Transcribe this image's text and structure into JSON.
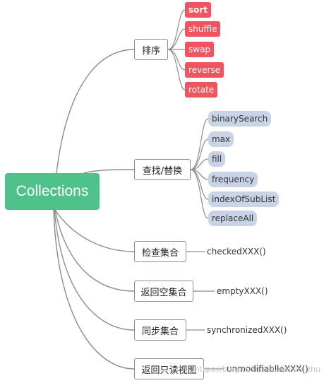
{
  "root": {
    "label": "Collections"
  },
  "categories": [
    {
      "label": "排序",
      "items": [
        "sort",
        "shuffle",
        "swap",
        "reverse",
        "rotate"
      ]
    },
    {
      "label": "查找/替换",
      "items": [
        "binarySearch",
        "max",
        "fill",
        "frequency",
        "indexOfSubList",
        "replaceAll"
      ]
    },
    {
      "label": "检查集合",
      "leaf": "checkedXXX()"
    },
    {
      "label": "返回空集合",
      "leaf": "emptyXXX()"
    },
    {
      "label": "同步集合",
      "leaf": "synchronizedXXX()"
    },
    {
      "label": "返回只读视图",
      "leaf": "unmodifiablleXXX()"
    }
  ],
  "watermark": "https://blog.csdn.net/weixin_zhu",
  "colors": {
    "root": "#4fc28b",
    "sort_group": "#f0545f",
    "search_group": "#c9d3e6",
    "connector": "#8c8c8c"
  }
}
